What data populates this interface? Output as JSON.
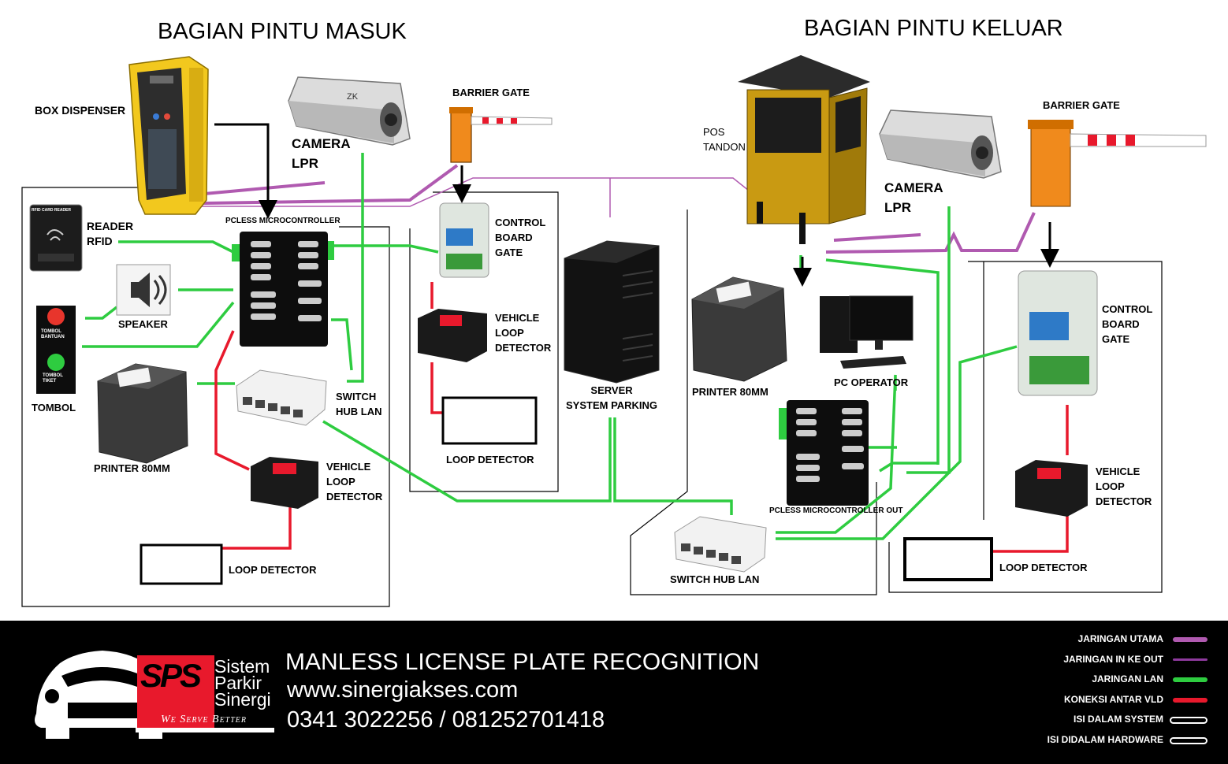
{
  "titles": {
    "entry": "BAGIAN PINTU MASUK",
    "exit": "BAGIAN PINTU KELUAR"
  },
  "entry": {
    "box_dispenser": "BOX DISPENSER",
    "camera_lpr": "CAMERA\nLPR",
    "barrier_gate": "BARRIER GATE",
    "reader_rfid": "READER\nRFID",
    "rfid_card_text": "RFID CARD READER",
    "pcless": "PCLESS MICROCONTROLLER",
    "speaker": "SPEAKER",
    "tombol": "TOMBOL",
    "tombol_bantuan": "TOMBOL\nBANTUAN",
    "tombol_tiket": "TOMBOL\nTIKET",
    "printer": "PRINTER 80MM",
    "switch_hub": "SWITCH\nHUB LAN",
    "vld": "VEHICLE\nLOOP\nDETECTOR",
    "loop_detector": "LOOP DETECTOR",
    "control_board": "CONTROL\nBOARD\nGATE",
    "vld_gate": "VEHICLE\nLOOP\nDETECTOR",
    "loop_detector_gate": "LOOP DETECTOR"
  },
  "center": {
    "server": "SERVER\nSYSTEM PARKING"
  },
  "exit": {
    "pos_tandon": "POS\nTANDON",
    "camera_lpr": "CAMERA\nLPR",
    "barrier_gate": "BARRIER GATE",
    "printer": "PRINTER 80MM",
    "pc_operator": "PC OPERATOR",
    "pcless_out": "PCLESS MICROCONTROLLER OUT",
    "switch_hub": "SWITCH HUB LAN",
    "control_board": "CONTROL\nBOARD\nGATE",
    "vld": "VEHICLE\nLOOP\nDETECTOR",
    "loop_detector": "LOOP DETECTOR"
  },
  "footer": {
    "logo_letters": "SPS",
    "brand_line1": "Sistem",
    "brand_line2": "Parkir",
    "brand_line3": "Sinergi",
    "tagline": "We Serve Better",
    "title": "MANLESS LICENSE PLATE RECOGNITION",
    "website": "www.sinergiakses.com",
    "phone": "0341 3022256 / 081252701418"
  },
  "legend": [
    {
      "label": "JARINGAN UTAMA",
      "color": "#b05ab0"
    },
    {
      "label": "JARINGAN IN KE OUT",
      "color": "#8e3a9e"
    },
    {
      "label": "JARINGAN LAN",
      "color": "#2ecc40"
    },
    {
      "label": "KONEKSI ANTAR VLD",
      "color": "#e8192c"
    },
    {
      "label": "ISI DALAM SYSTEM",
      "color": "#ffffff"
    },
    {
      "label": "ISI DIDALAM HARDWARE",
      "color": "#ffffff"
    }
  ],
  "colors": {
    "jaringan_utama": "#b05ab0",
    "lan": "#2ecc40",
    "vld": "#e8192c",
    "box_yellow": "#f2c81e",
    "barrier_orange": "#f08a1c",
    "logo_red": "#e8192c"
  },
  "icons": {
    "camera": "cctv-camera-icon",
    "barrier": "barrier-gate-icon",
    "dispenser": "ticket-dispenser-icon",
    "server": "server-tower-icon",
    "printer": "thermal-printer-icon",
    "switch": "network-switch-icon",
    "pc": "desktop-pc-icon",
    "speaker": "speaker-icon",
    "booth": "guard-booth-icon",
    "car": "car-logo-icon"
  }
}
